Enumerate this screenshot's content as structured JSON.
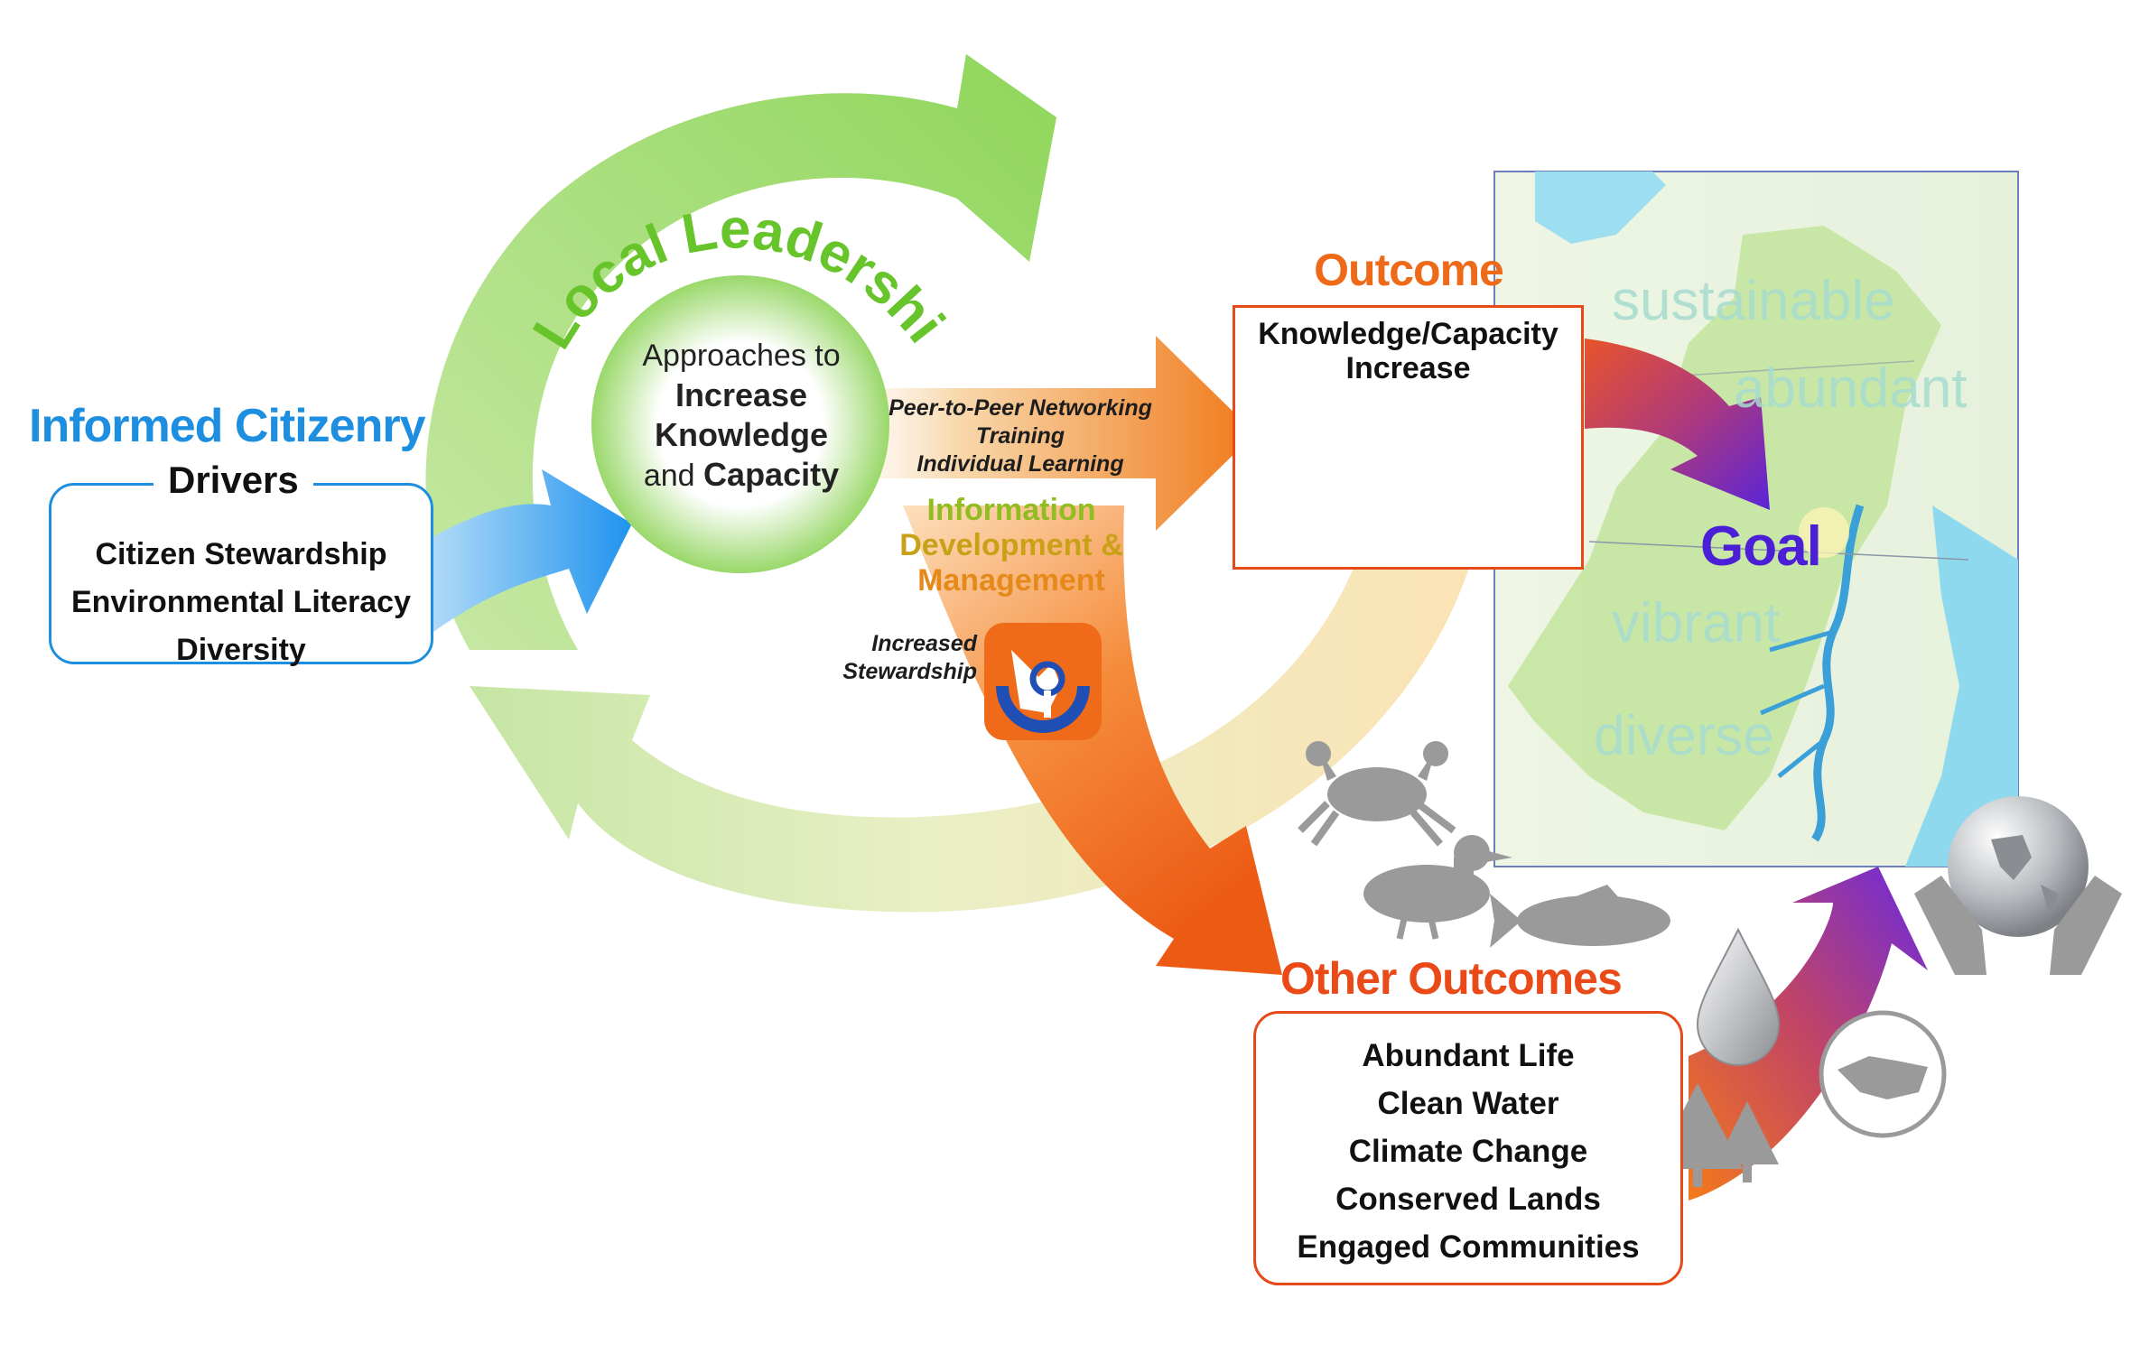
{
  "informed_citizenry": {
    "title": "Informed Citizenry",
    "drivers_label": "Drivers",
    "drivers": [
      "Citizen Stewardship",
      "Environmental Literacy",
      "Diversity"
    ]
  },
  "local_leadership": {
    "title": "Local Leadership",
    "approaches_line1": "Approaches to",
    "approaches_line2": "Increase",
    "approaches_line3": "Knowledge",
    "approaches_line4_prefix": "and ",
    "approaches_line4_bold": "Capacity"
  },
  "pathways": [
    "Peer-to-Peer Networking",
    "Training",
    "Individual Learning"
  ],
  "information_development": {
    "line1": "Information",
    "line2": "Development &",
    "line3": "Management"
  },
  "increased_stewardship": {
    "line1": "Increased",
    "line2": "Stewardship"
  },
  "outcome": {
    "title": "Outcome",
    "box_line1": "Knowledge/Capacity",
    "box_line2": "Increase",
    "bar_levels": [
      0.24,
      0.37,
      0.5,
      0.74,
      1.0
    ],
    "bar_colors": [
      "#fbd9a6",
      "#f9b95e",
      "#f79a1e",
      "#f3711a",
      "#e5490f"
    ]
  },
  "goal": {
    "title": "Goal",
    "words": [
      "sustainable",
      "abundant",
      "vibrant",
      "diverse"
    ]
  },
  "other_outcomes": {
    "title": "Other Outcomes",
    "items": [
      "Abundant Life",
      "Clean Water",
      "Climate Change",
      "Conserved Lands",
      "Engaged Communities"
    ]
  },
  "icons": [
    "crab-icon",
    "duck-icon",
    "fish-icon",
    "water-drop-icon",
    "trees-icon",
    "handshake-icon",
    "globe-in-hands-icon",
    "stewardship-hand-icon"
  ],
  "colors": {
    "blue": "#1e8fe0",
    "green": "#67c42a",
    "orange": "#ee6a18",
    "red_orange": "#ea4a18",
    "purple": "#5b1fd6"
  }
}
